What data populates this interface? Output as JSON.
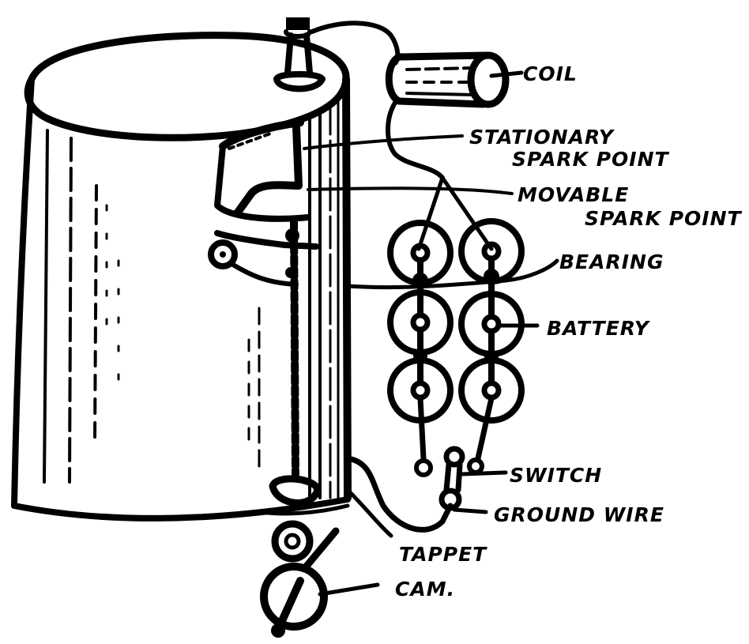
{
  "diagram": {
    "subject": "Make-and-break ignition system with cylinder, coil and dry-cell battery",
    "colors": {
      "ink": "#000000",
      "paper": "#ffffff"
    },
    "labels": {
      "coil": "COIL",
      "stationary_line1": "STATIONARY",
      "stationary_line2": "SPARK POINT",
      "movable_line1": "MOVABLE",
      "movable_line2": "SPARK POINT",
      "bearing": "BEARING",
      "battery": "BATTERY",
      "switch": "SWITCH",
      "ground_wire": "GROUND WIRE",
      "tappet": "TAPPET",
      "cam": "CAM."
    },
    "battery": {
      "columns": 2,
      "cells_per_column": 3
    }
  }
}
